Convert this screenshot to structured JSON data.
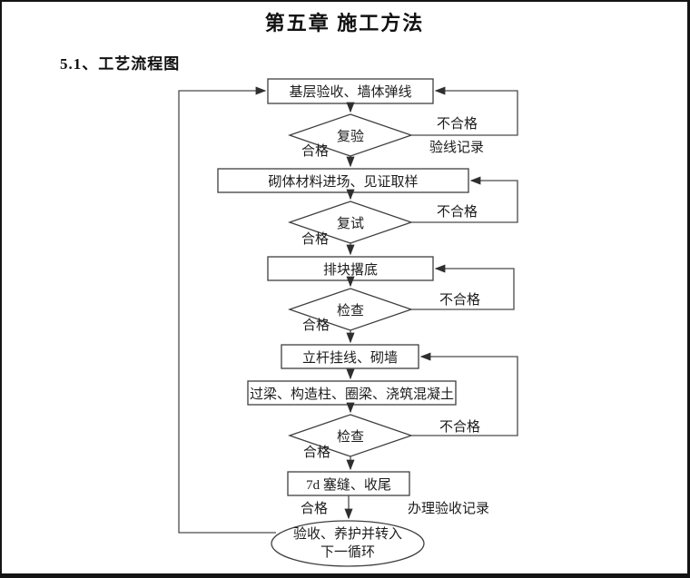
{
  "page": {
    "title": "第五章 施工方法",
    "section_heading": "5.1、工艺流程图"
  },
  "colors": {
    "text": "#1c1c1c",
    "line": "#4a4a4a",
    "shape_border": "#3f3f3f",
    "page_border": "#141414",
    "background": "#ffffff"
  },
  "flowchart": {
    "nodes": [
      {
        "id": "base-acceptance",
        "type": "process",
        "label": "基层验收、墙体弹线"
      },
      {
        "id": "recheck",
        "type": "decision",
        "label": "复验"
      },
      {
        "id": "materials",
        "type": "process",
        "label": "砌体材料进场、见证取样"
      },
      {
        "id": "retest",
        "type": "decision",
        "label": "复试"
      },
      {
        "id": "block-layout",
        "type": "process",
        "label": "排块撂底"
      },
      {
        "id": "check-1",
        "type": "decision",
        "label": "检查"
      },
      {
        "id": "pole-line",
        "type": "process",
        "label": "立杆挂线、砌墙"
      },
      {
        "id": "beams-concrete",
        "type": "process",
        "label": "过梁、构造柱、圈梁、浇筑混凝土"
      },
      {
        "id": "check-2",
        "type": "decision",
        "label": "检查"
      },
      {
        "id": "joint-finish",
        "type": "process",
        "label": "7d 塞缝、收尾"
      },
      {
        "id": "acceptance-cycle",
        "type": "terminator",
        "label_line1": "验收、养护并转入",
        "label_line2": "下一循环"
      }
    ],
    "edge_labels": {
      "pass": "合格",
      "fail": "不合格",
      "line_record": "验线记录",
      "acceptance_record": "办理验收记录"
    },
    "edges": [
      {
        "from": "base-acceptance",
        "to": "recheck",
        "label": ""
      },
      {
        "from": "recheck",
        "to": "materials",
        "label": "合格"
      },
      {
        "from": "recheck",
        "to": "base-acceptance",
        "label": "不合格 / 验线记录"
      },
      {
        "from": "materials",
        "to": "retest",
        "label": ""
      },
      {
        "from": "retest",
        "to": "block-layout",
        "label": "合格"
      },
      {
        "from": "retest",
        "to": "materials",
        "label": "不合格"
      },
      {
        "from": "block-layout",
        "to": "check-1",
        "label": ""
      },
      {
        "from": "check-1",
        "to": "pole-line",
        "label": "合格"
      },
      {
        "from": "check-1",
        "to": "block-layout",
        "label": "不合格"
      },
      {
        "from": "pole-line",
        "to": "beams-concrete",
        "label": ""
      },
      {
        "from": "beams-concrete",
        "to": "check-2",
        "label": ""
      },
      {
        "from": "check-2",
        "to": "joint-finish",
        "label": "合格"
      },
      {
        "from": "check-2",
        "to": "pole-line",
        "label": "不合格"
      },
      {
        "from": "joint-finish",
        "to": "acceptance-cycle",
        "label": "合格 / 办理验收记录"
      },
      {
        "from": "acceptance-cycle",
        "to": "base-acceptance",
        "label": ""
      }
    ]
  }
}
